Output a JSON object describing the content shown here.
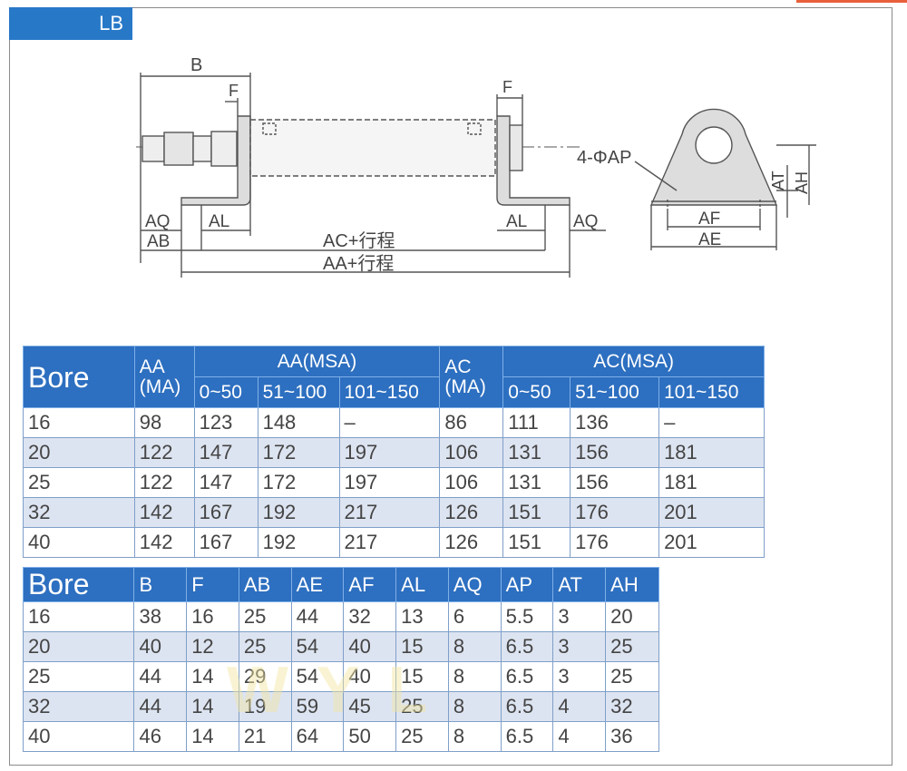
{
  "header": {
    "tag": "LB"
  },
  "drawing": {
    "labels": {
      "B": "B",
      "F_left": "F",
      "F_right": "F",
      "AQ_left": "AQ",
      "AL_left": "AL",
      "AB": "AB",
      "AL_right": "AL",
      "AQ_right": "AQ",
      "AC": "AC+行程",
      "AA": "AA+行程",
      "AP": "4-ΦAP",
      "AT": "AT",
      "AH": "AH",
      "AF": "AF",
      "AE": "AE"
    }
  },
  "table1": {
    "header_row1": {
      "bore": "Bore",
      "aa_ma": "AA (MA)",
      "aa_msa": "AA(MSA)",
      "ac_ma": "AC (MA)",
      "ac_msa": "AC(MSA)"
    },
    "header_row2": [
      "0~50",
      "51~100",
      "101~150",
      "0~50",
      "51~100",
      "101~150"
    ],
    "rows": [
      [
        "16",
        "98",
        "123",
        "148",
        "–",
        "86",
        "111",
        "136",
        "–"
      ],
      [
        "20",
        "122",
        "147",
        "172",
        "197",
        "106",
        "131",
        "156",
        "181"
      ],
      [
        "25",
        "122",
        "147",
        "172",
        "197",
        "106",
        "131",
        "156",
        "181"
      ],
      [
        "32",
        "142",
        "167",
        "192",
        "217",
        "126",
        "151",
        "176",
        "201"
      ],
      [
        "40",
        "142",
        "167",
        "192",
        "217",
        "126",
        "151",
        "176",
        "201"
      ]
    ]
  },
  "table2": {
    "headers": [
      "Bore",
      "B",
      "F",
      "AB",
      "AE",
      "AF",
      "AL",
      "AQ",
      "AP",
      "AT",
      "AH"
    ],
    "rows": [
      [
        "16",
        "38",
        "16",
        "25",
        "44",
        "32",
        "13",
        "6",
        "5.5",
        "3",
        "20"
      ],
      [
        "20",
        "40",
        "12",
        "25",
        "54",
        "40",
        "15",
        "8",
        "6.5",
        "3",
        "25"
      ],
      [
        "25",
        "44",
        "14",
        "29",
        "54",
        "40",
        "15",
        "8",
        "6.5",
        "3",
        "25"
      ],
      [
        "32",
        "44",
        "14",
        "19",
        "59",
        "45",
        "25",
        "8",
        "6.5",
        "4",
        "32"
      ],
      [
        "40",
        "46",
        "14",
        "21",
        "64",
        "50",
        "25",
        "8",
        "6.5",
        "4",
        "36"
      ]
    ]
  }
}
